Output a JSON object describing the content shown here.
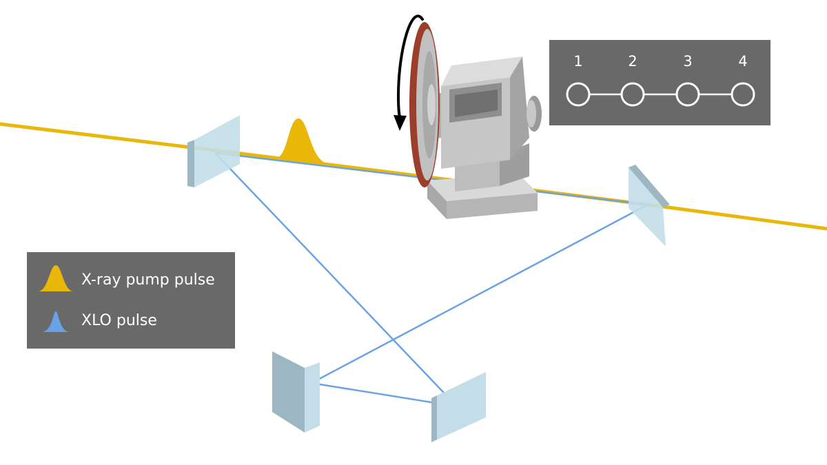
{
  "legend": {
    "items": [
      {
        "label": "X-ray pump pulse",
        "color": "#E8B708",
        "icon": "pump-pulse-icon"
      },
      {
        "label": "XLO pulse",
        "color": "#6AA2E8",
        "icon": "xlo-pulse-icon"
      }
    ]
  },
  "steps": {
    "labels": [
      "1",
      "2",
      "3",
      "4"
    ]
  },
  "colors": {
    "pump_beam": "#E8B708",
    "xlo_beam": "#6AA2E8",
    "mirror_face": "#C3DEE8",
    "mirror_edge": "#9CB7C2",
    "panel": "#696969",
    "rotor_disk": "#9B3F2A",
    "housing": "#B9B9B9"
  }
}
